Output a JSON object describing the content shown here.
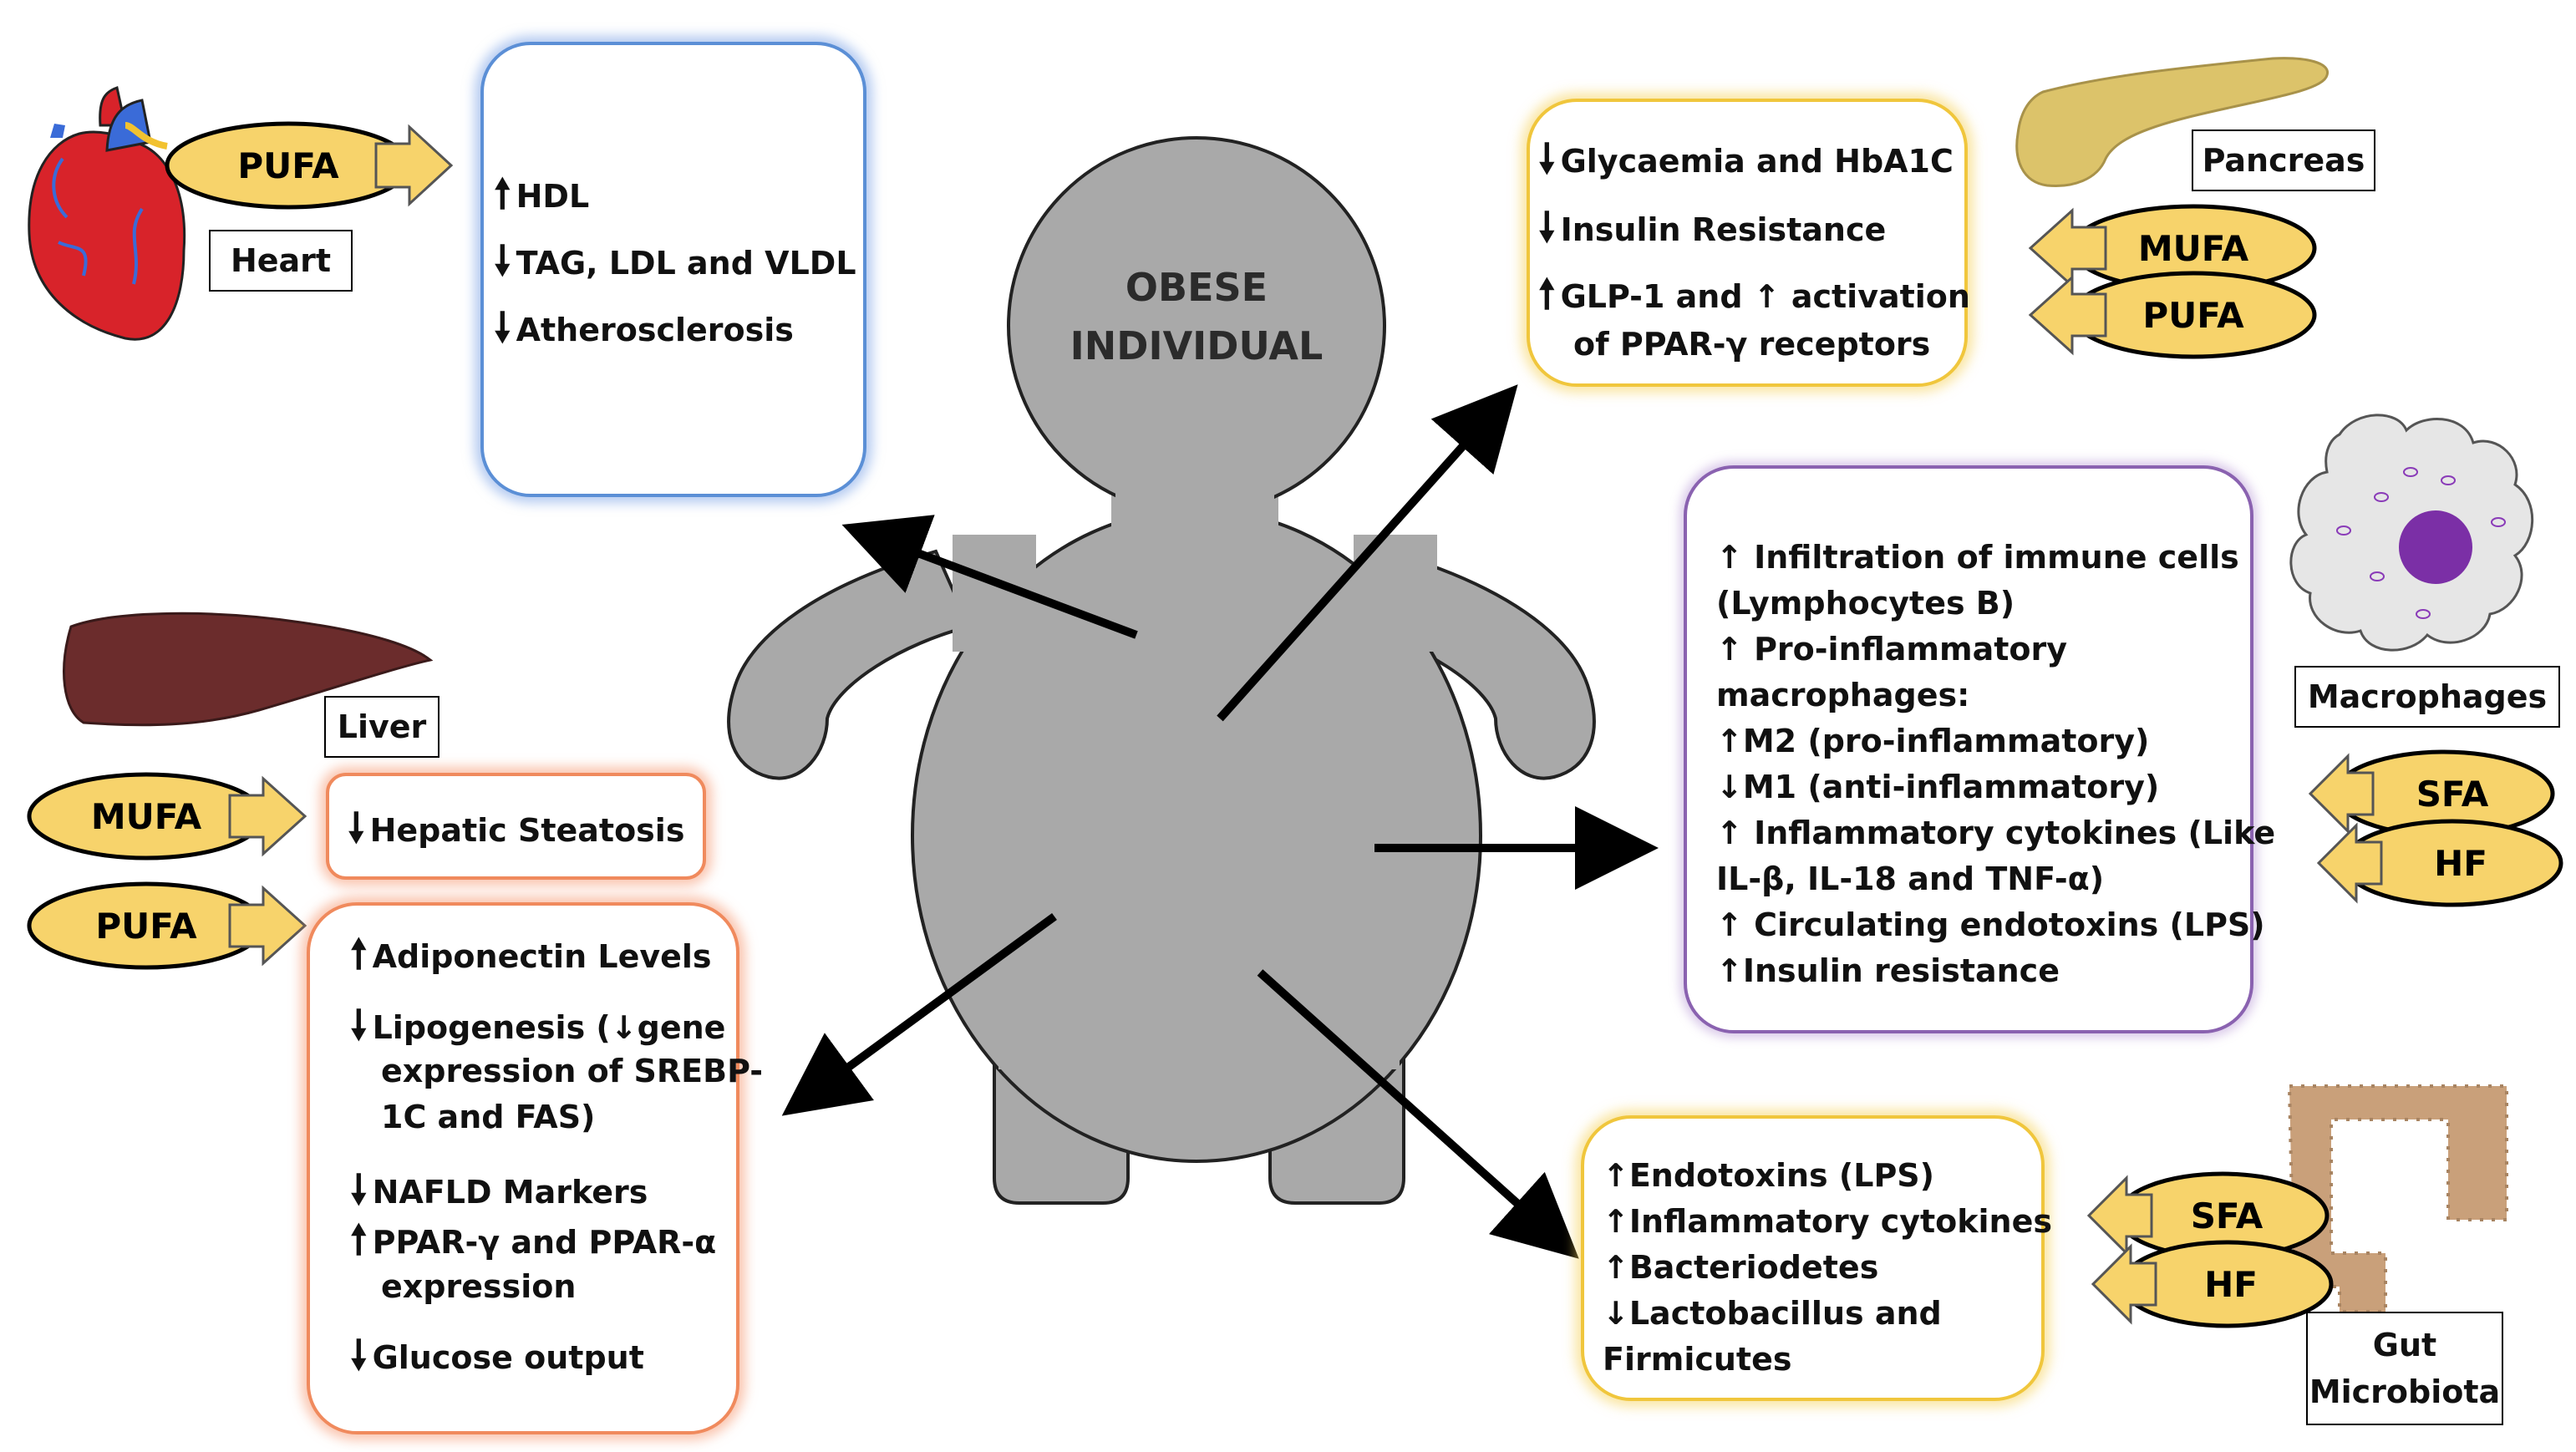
{
  "center": {
    "line1": "OBESE",
    "line2": "INDIVIDUAL"
  },
  "organs": {
    "heart": "Heart",
    "liver": "Liver",
    "pancreas": "Pancreas",
    "macrophages": "Macrophages",
    "gut_line1": "Gut",
    "gut_line2": "Microbiota"
  },
  "fatty_acids": {
    "heart_pufa": "PUFA",
    "pancreas_mufa": "MUFA",
    "pancreas_pufa": "PUFA",
    "liver_mufa": "MUFA",
    "liver_pufa": "PUFA",
    "macro_sfa": "SFA",
    "macro_hf": "HF",
    "gut_sfa": "SFA",
    "gut_hf": "HF"
  },
  "arrows": {
    "up": "🠕",
    "down": "🠗",
    "up_thin": "↑",
    "down_thin": "↓"
  },
  "heart_box": {
    "l1": "HDL",
    "l2": "TAG, LDL and VLDL",
    "l3": "Atherosclerosis"
  },
  "pancreas_box": {
    "l1": "Glycaemia and HbA1C",
    "l2": "Insulin Resistance",
    "l3a": "GLP-1 and",
    "l3b": "activation",
    "l4": "of PPAR-γ receptors"
  },
  "macro_box": {
    "l1": "Infiltration of immune cells",
    "l2": "(Lymphocytes B)",
    "l3": "Pro-inflammatory",
    "l4": "macrophages:",
    "l5": "M2 (pro-inflammatory)",
    "l6": "M1 (anti-inflammatory)",
    "l7": "Inflammatory cytokines (Like",
    "l8": "IL-β, IL-18 and TNF-α)",
    "l9": "Circulating endotoxins (LPS)",
    "l10": "Insulin resistance"
  },
  "liver_box1": {
    "l1": "Hepatic Steatosis"
  },
  "liver_box2": {
    "l1": "Adiponectin Levels",
    "l2a": "Lipogenesis (",
    "l2b": "gene",
    "l3": "expression of SREBP-",
    "l4": "1C and FAS)",
    "l5": "NAFLD Markers",
    "l6": "PPAR-γ and PPAR-α",
    "l7": "expression",
    "l8": "Glucose output"
  },
  "gut_box": {
    "l1": "Endotoxins (LPS)",
    "l2": "Inflammatory cytokines",
    "l3": "Bacteriodetes",
    "l4": "Lactobacillus and",
    "l5": "Firmicutes"
  },
  "colors": {
    "body": "#a9a9a9",
    "fatty_acid": "#f7d36b",
    "arrow_fill": "#f7d36b",
    "heart": "#d8232a",
    "liver": "#6b2c2c",
    "pancreas": "#dcc36a",
    "gut": "#c9a07a",
    "nucleus": "#7b2fa6"
  }
}
